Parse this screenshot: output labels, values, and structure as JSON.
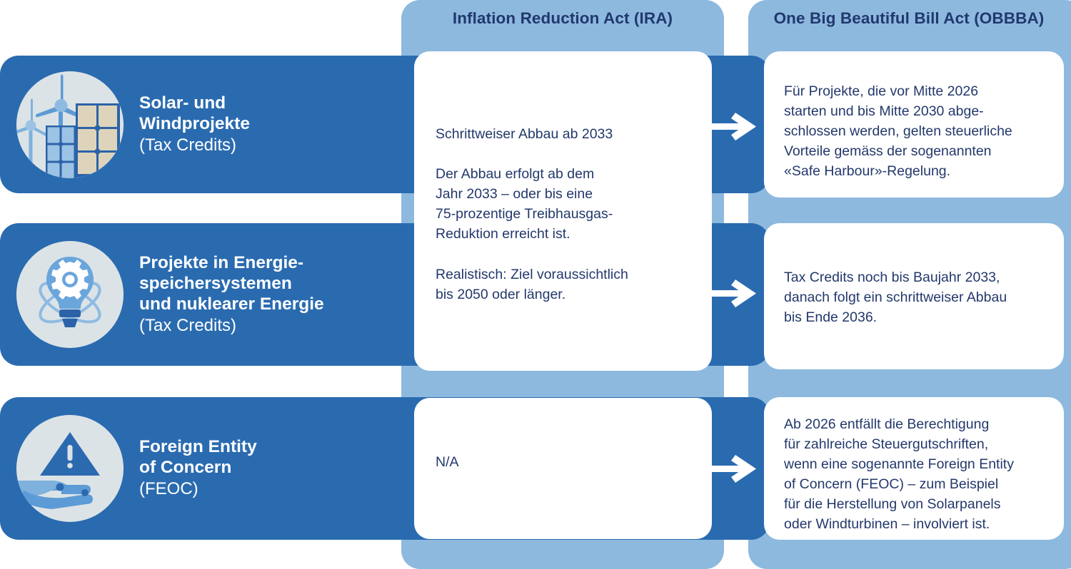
{
  "columns": {
    "ira": {
      "header": "Inflation Reduction Act (IRA)"
    },
    "obbba": {
      "header": "One Big Beautiful Bill Act (OBBBA)"
    }
  },
  "rows": [
    {
      "icon": "solar-wind-icon",
      "title": "Solar- und\nWindprojekte",
      "subtitle": "(Tax Credits)"
    },
    {
      "icon": "lightbulb-gear-atom-icon",
      "title": "Projekte in Energie-\nspeichersystemen\nund nuklearer Energie",
      "subtitle": "(Tax Credits)"
    },
    {
      "icon": "warning-hand-icon",
      "title": "Foreign Entity\nof Concern",
      "subtitle": "(FEOC)"
    }
  ],
  "cards": {
    "ira": [
      "Schrittweiser Abbau ab 2033\n\nDer Abbau erfolgt ab dem\nJahr 2033 – oder bis eine\n75-prozentige Treibhausgas-\nReduktion erreicht ist.\n\nRealistisch: Ziel voraussichtlich\nbis 2050 oder länger.",
      "N/A"
    ],
    "obbba": [
      "Für Projekte, die vor Mitte 2026\nstarten und bis Mitte 2030 abge-\nschlossen werden, gelten steuerliche\nVorteile gemäss der sogenannten\n«Safe Harbour»-Regelung.",
      "Tax Credits noch bis Baujahr 2033,\ndanach folgt ein schrittweiser Abbau\nbis Ende 2036.",
      "Ab 2026 entfällt die Berechtigung\nfür zahlreiche Steuergutschriften,\nwenn eine sogenannte Foreign Entity\nof Concern (FEOC) – zum Beispiel\nfür die Herstellung von Solarpanels\noder Windturbinen – involviert ist."
    ]
  },
  "arrows": {
    "label": "arrow-right"
  },
  "colors": {
    "dark_blue": "#2A6BB0",
    "light_blue": "#8DB9DE",
    "text_navy": "#23386B",
    "icon_bg": "#DCE3E6",
    "panel_tan": "#DED4BC",
    "panel_blue": "#9CC3E4",
    "card_white": "#FFFFFF"
  }
}
